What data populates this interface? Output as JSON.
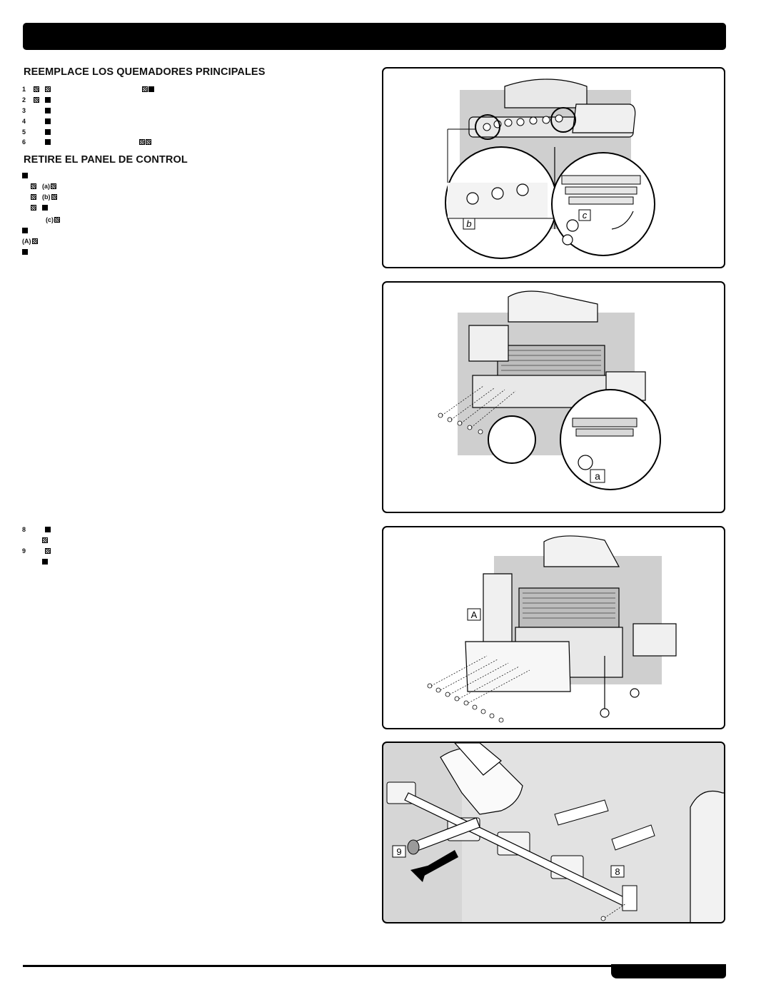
{
  "sections": {
    "main_burners_title": "REEMPLACE LOS QUEMADORES PRINCIPALES",
    "control_panel_title": "RETIRE EL PANEL DE CONTROL"
  },
  "steps_top": [
    "1",
    "2",
    "3",
    "4",
    "5",
    "6"
  ],
  "control_panel_refs": [
    "(a)",
    "(b)",
    "(c)",
    "(A)"
  ],
  "steps_bottom": [
    "8",
    "9"
  ],
  "figure_labels": {
    "fig1_b": "b",
    "fig1_c": "c",
    "fig2_a": "a",
    "fig3_A": "A",
    "fig4_9": "9",
    "fig4_8": "8"
  },
  "colors": {
    "header_bar": "#000000",
    "figure_shading": "#cfcfcf",
    "figure_background": "#d6d6d6"
  }
}
